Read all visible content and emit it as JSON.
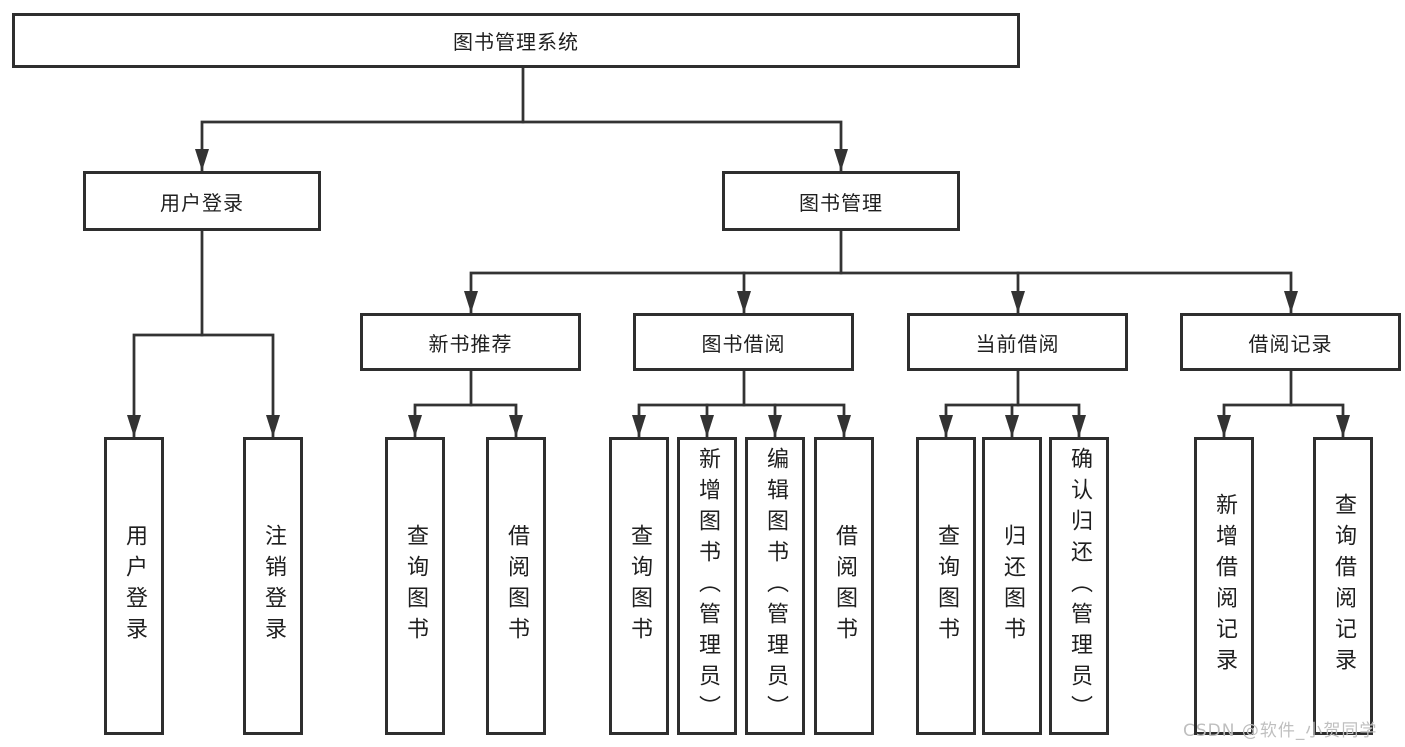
{
  "tree": {
    "root": {
      "label": "图书管理系统",
      "children": [
        {
          "label": "用户登录",
          "children": [
            {
              "label": "用户登录"
            },
            {
              "label": "注销登录"
            }
          ]
        },
        {
          "label": "图书管理",
          "children": [
            {
              "label": "新书推荐",
              "children": [
                {
                  "label": "查询图书"
                },
                {
                  "label": "借阅图书"
                }
              ]
            },
            {
              "label": "图书借阅",
              "children": [
                {
                  "label": "查询图书"
                },
                {
                  "label": "新增图书（管理员）"
                },
                {
                  "label": "编辑图书（管理员）"
                },
                {
                  "label": "借阅图书"
                }
              ]
            },
            {
              "label": "当前借阅",
              "children": [
                {
                  "label": "查询图书"
                },
                {
                  "label": "归还图书"
                },
                {
                  "label": "确认归还（管理员）"
                }
              ]
            },
            {
              "label": "借阅记录",
              "children": [
                {
                  "label": "新增借阅记录"
                },
                {
                  "label": "查询借阅记录"
                }
              ]
            }
          ]
        }
      ]
    }
  },
  "watermark": {
    "text": "CSDN @软件_小贺同学"
  },
  "colors": {
    "line": "#333333",
    "box_border": "#2e2e2e",
    "box_fill": "#ffffff",
    "text": "#1f1f1f",
    "watermark": "#bfbfbf"
  }
}
